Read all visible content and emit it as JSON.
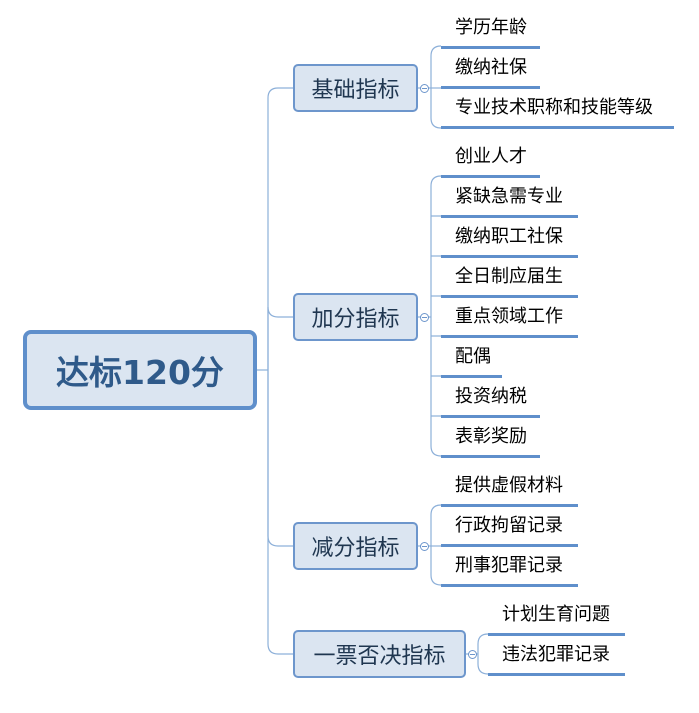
{
  "root": {
    "label": "达标120分"
  },
  "categories": [
    {
      "label": "基础指标",
      "items": [
        "学历年龄",
        "缴纳社保",
        "专业技术职称和技能等级"
      ]
    },
    {
      "label": "加分指标",
      "items": [
        "创业人才",
        "紧缺急需专业",
        "缴纳职工社保",
        "全日制应届生",
        "重点领域工作",
        "配偶",
        "投资纳税",
        "表彰奖励"
      ]
    },
    {
      "label": "减分指标",
      "items": [
        "提供虚假材料",
        "行政拘留记录",
        "刑事犯罪记录"
      ]
    },
    {
      "label": "一票否决指标",
      "items": [
        "计划生育问题",
        "违法犯罪记录"
      ]
    }
  ],
  "colors": {
    "line": "#8db0d9",
    "border": "#5f8fcb",
    "fill": "#dbe5f1"
  },
  "icons": [
    "collapse-toggle-icon"
  ]
}
